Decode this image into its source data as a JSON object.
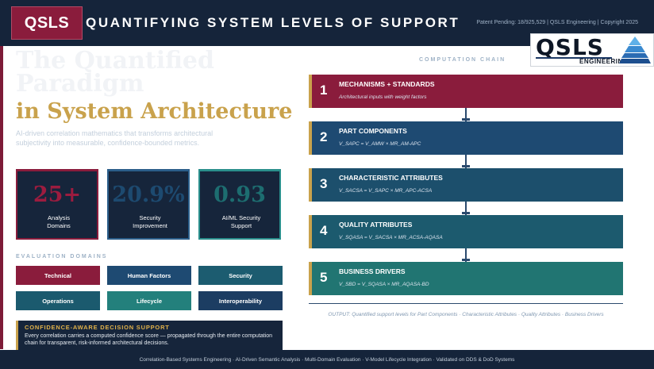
{
  "header": {
    "badge": "QSLS",
    "title": "QUANTIFYING SYSTEM LEVELS OF SUPPORT",
    "meta": "Patent Pending: 18/925,529  |  QSLS Engineering  |  Copyright 2025"
  },
  "logo": {
    "word": "QSLS",
    "sub": "ENGINEERING"
  },
  "hero": {
    "ghost_line1": "The Quantified",
    "ghost_line2": "Paradigm",
    "title": "in System Architecture",
    "subtitle": "AI-driven correlation mathematics that transforms architectural subjectivity into measurable, confidence-bounded metrics."
  },
  "stats": [
    {
      "value": "25+",
      "label": "Analysis Domains",
      "color": "#9c1c3f",
      "border": "#8a1c3c"
    },
    {
      "value": "20.9%",
      "label": "Security Improvement",
      "color": "#1d4a70",
      "border": "#2b5e8a"
    },
    {
      "value": "0.93",
      "label": "AI/ML Security Support",
      "color": "#1d6d70",
      "border": "#2a8f8c"
    }
  ],
  "domains": {
    "label": "EVALUATION DOMAINS",
    "items": [
      {
        "label": "Technical",
        "color": "#8a1c3c"
      },
      {
        "label": "Human Factors",
        "color": "#1e4a72"
      },
      {
        "label": "Security",
        "color": "#1c5c70"
      },
      {
        "label": "Operations",
        "color": "#1b5a6e"
      },
      {
        "label": "Lifecycle",
        "color": "#23807c"
      },
      {
        "label": "Interoperability",
        "color": "#1c3d62"
      }
    ]
  },
  "confidence": {
    "title": "CONFIDENCE-AWARE DECISION SUPPORT",
    "text": "Every correlation carries a computed confidence score — propagated through the entire computation chain for transparent, risk-informed architectural decisions."
  },
  "footer": {
    "text": "Correlation-Based Systems Engineering  ·  AI-Driven Semantic Analysis  ·  Multi-Domain Evaluation  ·  V-Model Lifecycle Integration  ·  Validated on DDS & DoD Systems"
  },
  "chain": {
    "label": "COMPUTATION CHAIN",
    "steps": [
      {
        "num": "1",
        "title": "MECHANISMS + STANDARDS",
        "sub": "Architectural inputs with weight factors",
        "color": "#8a1c3c"
      },
      {
        "num": "2",
        "title": "PART COMPONENTS",
        "sub": "V_SAPC = V_AMW × MR_AM-APC",
        "color": "#1e4a72"
      },
      {
        "num": "3",
        "title": "CHARACTERISTIC ATTRIBUTES",
        "sub": "V_SACSA = V_SAPC × MR_APC-ACSA",
        "color": "#1c4f6c"
      },
      {
        "num": "4",
        "title": "QUALITY ATTRIBUTES",
        "sub": "V_SQASA = V_SACSA × MR_ACSA-AQASA",
        "color": "#1c5a6e"
      },
      {
        "num": "5",
        "title": "BUSINESS DRIVERS",
        "sub": "V_SBD = V_SQASA × MR_AQASA-BD",
        "color": "#217572"
      }
    ],
    "output": "OUTPUT: Quantified support levels for Part Components · Characteristic Attributes · Quality Attributes · Business Drivers"
  }
}
